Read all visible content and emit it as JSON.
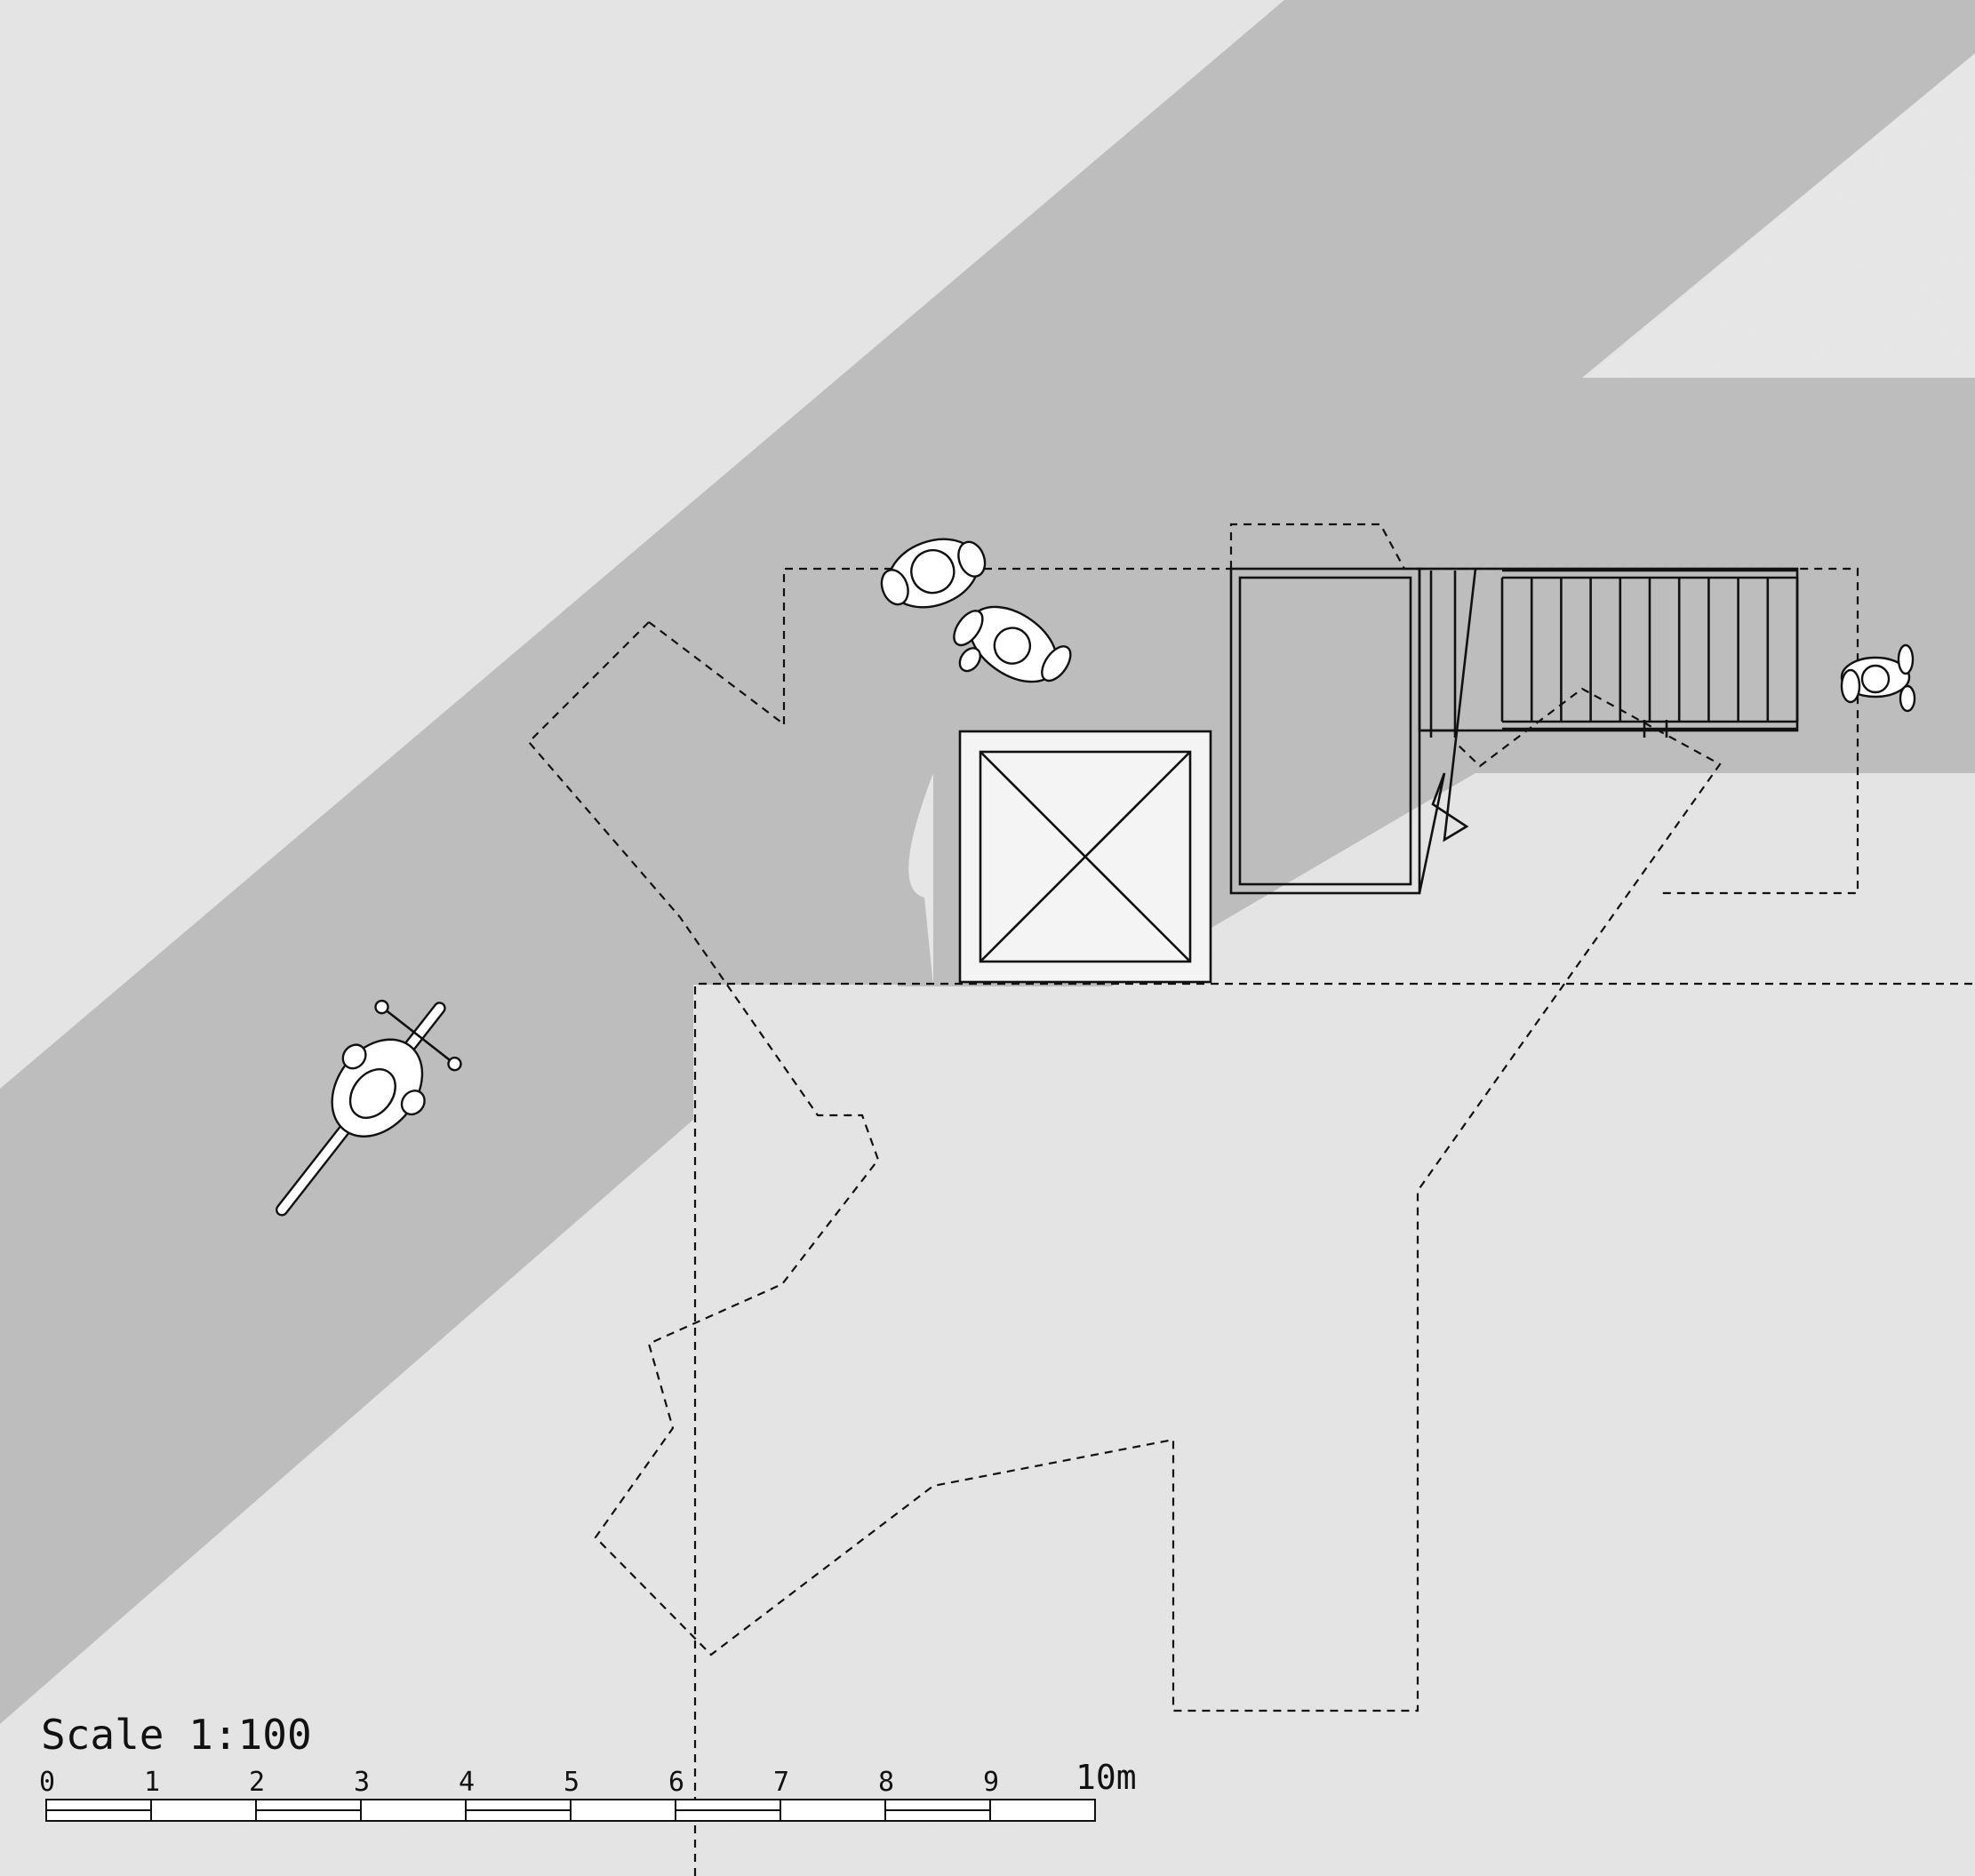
{
  "colors": {
    "ground_light": "#e6e6e6",
    "path_dark": "#bdbdbd",
    "ink": "#111111"
  },
  "scale_bar": {
    "title": "Scale 1:100",
    "ticks": [
      "0",
      "1",
      "2",
      "3",
      "4",
      "5",
      "6",
      "7",
      "8",
      "9",
      "10m"
    ]
  },
  "figures": {
    "cyclist": "cyclist-icon",
    "pedestrians": [
      "pedestrian-icon",
      "pedestrian-icon",
      "pedestrian-icon"
    ],
    "lift": "lift-shaft-icon",
    "stair": "stair-icon"
  }
}
